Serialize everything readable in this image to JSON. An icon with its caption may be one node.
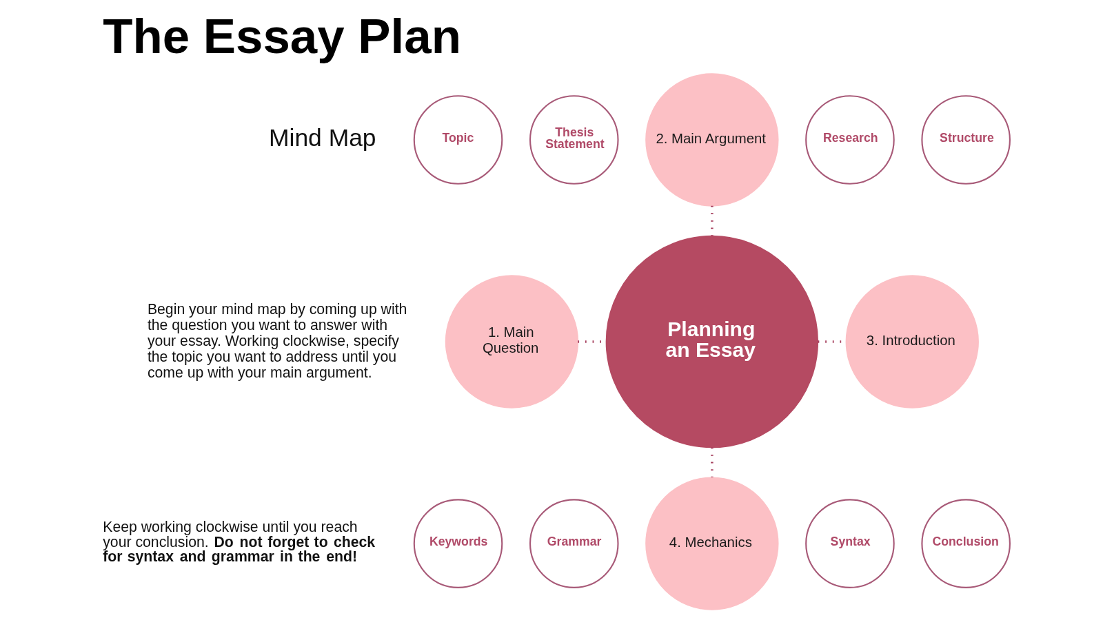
{
  "diagram": {
    "title": "The Essay Plan",
    "nodes": [
      {
        "text": [
          "Thesis Statement"
        ]
      },
      {
        "text": [
          "2. Main Argument"
        ]
      },
      {
        "text": [
          "Research"
        ]
      },
      {
        "text": [
          "Topic"
        ]
      },
      {
        "text": [
          "Structure"
        ]
      },
      {
        "text": [
          "1. Main Question"
        ]
      },
      {
        "text": [
          "Planning an Essay"
        ]
      },
      {
        "text": [
          "3. Introduction"
        ]
      },
      {
        "text": [
          "Keywords"
        ]
      },
      {
        "text": [
          "Conclusion"
        ]
      },
      {
        "text": [
          "Grammar"
        ]
      },
      {
        "text": [
          "4. Mechanics"
        ]
      },
      {
        "text": [
          "Syntax"
        ]
      }
    ],
    "edges": [
      {
        "from": 1,
        "to": 6,
        "arrow": "none",
        "style": "dashed"
      },
      {
        "from": 5,
        "to": 6,
        "arrow": "none",
        "style": "dashed"
      },
      {
        "from": 6,
        "to": 7,
        "arrow": "none",
        "style": "dashed"
      },
      {
        "from": 6,
        "to": 11,
        "arrow": "none",
        "style": "dashed"
      }
    ],
    "labels": [
      "Mind Map",
      "Begin your mind map by coming up with the question you want to answer with your essay. Working clockwise, specify the topic you want to address until you come up with your main argument.",
      "Keep working clockwise until you reach your conclusion. **Do not forget to check for syntax and grammar in the end!**"
    ]
  }
}
